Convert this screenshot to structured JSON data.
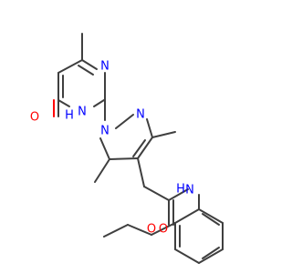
{
  "atoms": {
    "n_pyrimidine_top": "N",
    "n_pyrimidine_nh": "N",
    "h_pyrimidine_nh": "H",
    "o_carbonyl_pyrimidine": "O",
    "n_pyrazole_1": "N",
    "n_pyrazole_2": "N",
    "o_amide": "O",
    "n_amide": "N",
    "h_amide": "H",
    "o_ether": "O"
  },
  "colors": {
    "bond": "#3f3f3f",
    "nitrogen": "#0000ff",
    "oxygen": "#ff0000",
    "background": "#ffffff"
  }
}
